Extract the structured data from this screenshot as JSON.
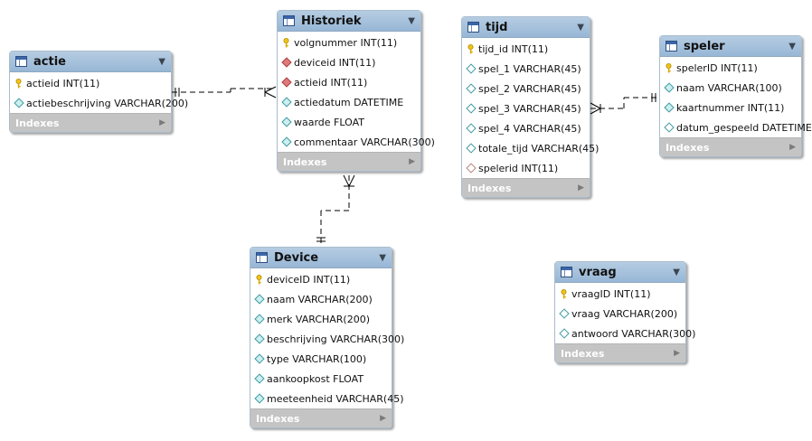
{
  "tables": {
    "actie": {
      "name": "actie",
      "columns": [
        {
          "text": "actieid INT(11)",
          "icon": "key-icon"
        },
        {
          "text": "actiebeschrijving VARCHAR(200)",
          "icon": "column-icon"
        }
      ],
      "indexes_label": "Indexes"
    },
    "historiek": {
      "name": "Historiek",
      "columns": [
        {
          "text": "volgnummer INT(11)",
          "icon": "key-icon"
        },
        {
          "text": "deviceid INT(11)",
          "icon": "foreign-key-icon"
        },
        {
          "text": "actieid INT(11)",
          "icon": "foreign-key-icon"
        },
        {
          "text": "actiedatum DATETIME",
          "icon": "column-icon"
        },
        {
          "text": "waarde FLOAT",
          "icon": "column-icon"
        },
        {
          "text": "commentaar VARCHAR(300)",
          "icon": "column-icon"
        }
      ],
      "indexes_label": "Indexes"
    },
    "tijd": {
      "name": "tijd",
      "columns": [
        {
          "text": "tijd_id INT(11)",
          "icon": "key-icon"
        },
        {
          "text": "spel_1 VARCHAR(45)",
          "icon": "nullable-column-icon"
        },
        {
          "text": "spel_2 VARCHAR(45)",
          "icon": "nullable-column-icon"
        },
        {
          "text": "spel_3 VARCHAR(45)",
          "icon": "nullable-column-icon"
        },
        {
          "text": "spel_4 VARCHAR(45)",
          "icon": "nullable-column-icon"
        },
        {
          "text": "totale_tijd VARCHAR(45)",
          "icon": "nullable-column-icon"
        },
        {
          "text": "spelerid INT(11)",
          "icon": "nullable-foreign-key-icon"
        }
      ],
      "indexes_label": "Indexes"
    },
    "speler": {
      "name": "speler",
      "columns": [
        {
          "text": "spelerID INT(11)",
          "icon": "key-icon"
        },
        {
          "text": "naam VARCHAR(100)",
          "icon": "column-icon"
        },
        {
          "text": "kaartnummer INT(11)",
          "icon": "column-icon"
        },
        {
          "text": "datum_gespeeld DATETIME",
          "icon": "nullable-column-icon"
        }
      ],
      "indexes_label": "Indexes"
    },
    "device": {
      "name": "Device",
      "columns": [
        {
          "text": "deviceID INT(11)",
          "icon": "key-icon"
        },
        {
          "text": "naam VARCHAR(200)",
          "icon": "column-icon"
        },
        {
          "text": "merk VARCHAR(200)",
          "icon": "column-icon"
        },
        {
          "text": "beschrijving VARCHAR(300)",
          "icon": "column-icon"
        },
        {
          "text": "type VARCHAR(100)",
          "icon": "column-icon"
        },
        {
          "text": "aankoopkost FLOAT",
          "icon": "column-icon"
        },
        {
          "text": "meeteenheid VARCHAR(45)",
          "icon": "column-icon"
        }
      ],
      "indexes_label": "Indexes"
    },
    "vraag": {
      "name": "vraag",
      "columns": [
        {
          "text": "vraagID INT(11)",
          "icon": "key-icon"
        },
        {
          "text": "vraag VARCHAR(200)",
          "icon": "nullable-column-icon"
        },
        {
          "text": "antwoord VARCHAR(300)",
          "icon": "nullable-column-icon"
        }
      ],
      "indexes_label": "Indexes"
    }
  },
  "relationships": [
    {
      "from": "actie",
      "to": "historiek",
      "type": "one-to-many"
    },
    {
      "from": "device",
      "to": "historiek",
      "type": "one-to-many"
    },
    {
      "from": "speler",
      "to": "tijd",
      "type": "one-to-many"
    }
  ],
  "colors": {
    "header": "#a7c3de",
    "indexes_bar": "#c4c4c4",
    "connector": "#000000"
  }
}
